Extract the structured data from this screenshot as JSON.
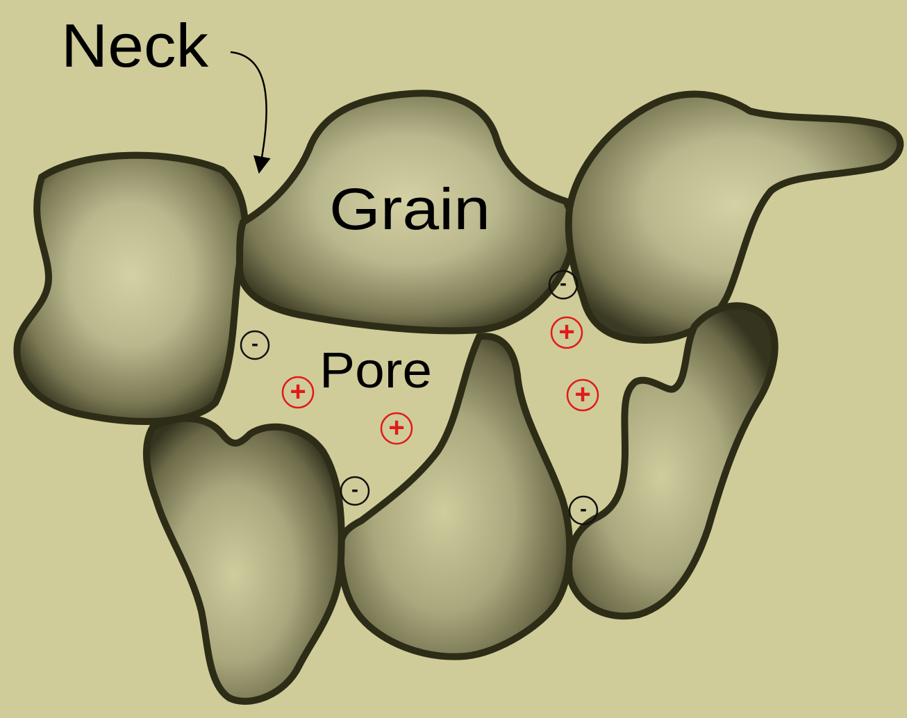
{
  "labels": {
    "neck": "Neck",
    "grain": "Grain",
    "pore": "Pore"
  },
  "charges": {
    "positive_symbol": "+",
    "negative_symbol": "-"
  },
  "colors": {
    "background": "#cfcc99",
    "grain_light": "#d4d2a4",
    "grain_mid": "#8d8b64",
    "grain_dark": "#3b3a23",
    "outline": "#2d2c17",
    "positive": "#e01b1b",
    "negative": "#111111"
  }
}
